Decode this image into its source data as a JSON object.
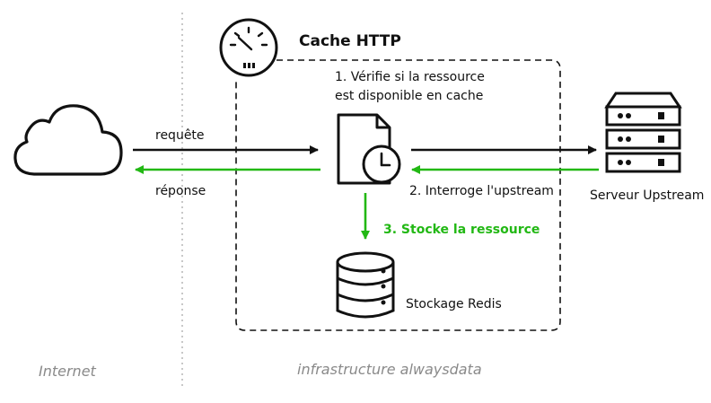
{
  "title": "Cache HTTP",
  "labels": {
    "request": "requête",
    "response": "réponse",
    "step1_line1": "1. Vérifie si la ressource",
    "step1_line2": "est disponible en cache",
    "step2": "2. Interroge l'upstream",
    "step3": "3. Stocke la ressource",
    "storage": "Stockage Redis",
    "upstream": "Serveur Upstream"
  },
  "zones": {
    "left": "Internet",
    "right": "infrastructure alwaysdata"
  },
  "colors": {
    "line": "#111111",
    "success": "#22b814",
    "zone_text": "#8a8a8a"
  },
  "icons": [
    "cloud-icon",
    "gauge-icon",
    "cached-file-icon",
    "clock-icon",
    "database-icon",
    "server-icon"
  ]
}
